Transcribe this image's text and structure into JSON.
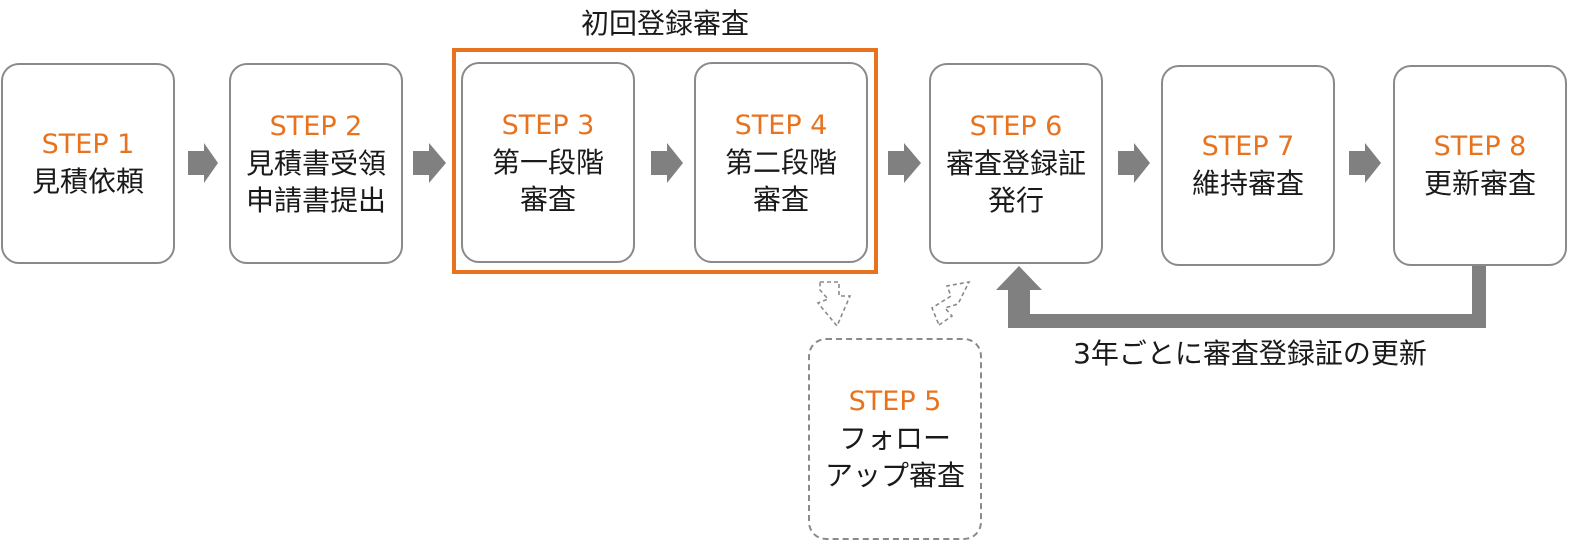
{
  "diagram": {
    "group_title": "初回登録審査",
    "renewal_note": "3年ごとに審査登録証の更新",
    "steps": [
      {
        "label": "STEP 1",
        "title_lines": [
          "見積依頼"
        ]
      },
      {
        "label": "STEP 2",
        "title_lines": [
          "見積書受領",
          "申請書提出"
        ]
      },
      {
        "label": "STEP 3",
        "title_lines": [
          "第一段階",
          "審査"
        ]
      },
      {
        "label": "STEP 4",
        "title_lines": [
          "第二段階",
          "審査"
        ]
      },
      {
        "label": "STEP 5",
        "title_lines": [
          "フォロー",
          "アップ審査"
        ]
      },
      {
        "label": "STEP 6",
        "title_lines": [
          "審査登録証",
          "発行"
        ]
      },
      {
        "label": "STEP 7",
        "title_lines": [
          "維持審査"
        ]
      },
      {
        "label": "STEP 8",
        "title_lines": [
          "更新審査"
        ]
      }
    ]
  },
  "colors": {
    "accent_orange": "#e8731f",
    "box_border": "#8a8a8a",
    "arrow_gray": "#808080",
    "text": "#1a1a1a"
  }
}
